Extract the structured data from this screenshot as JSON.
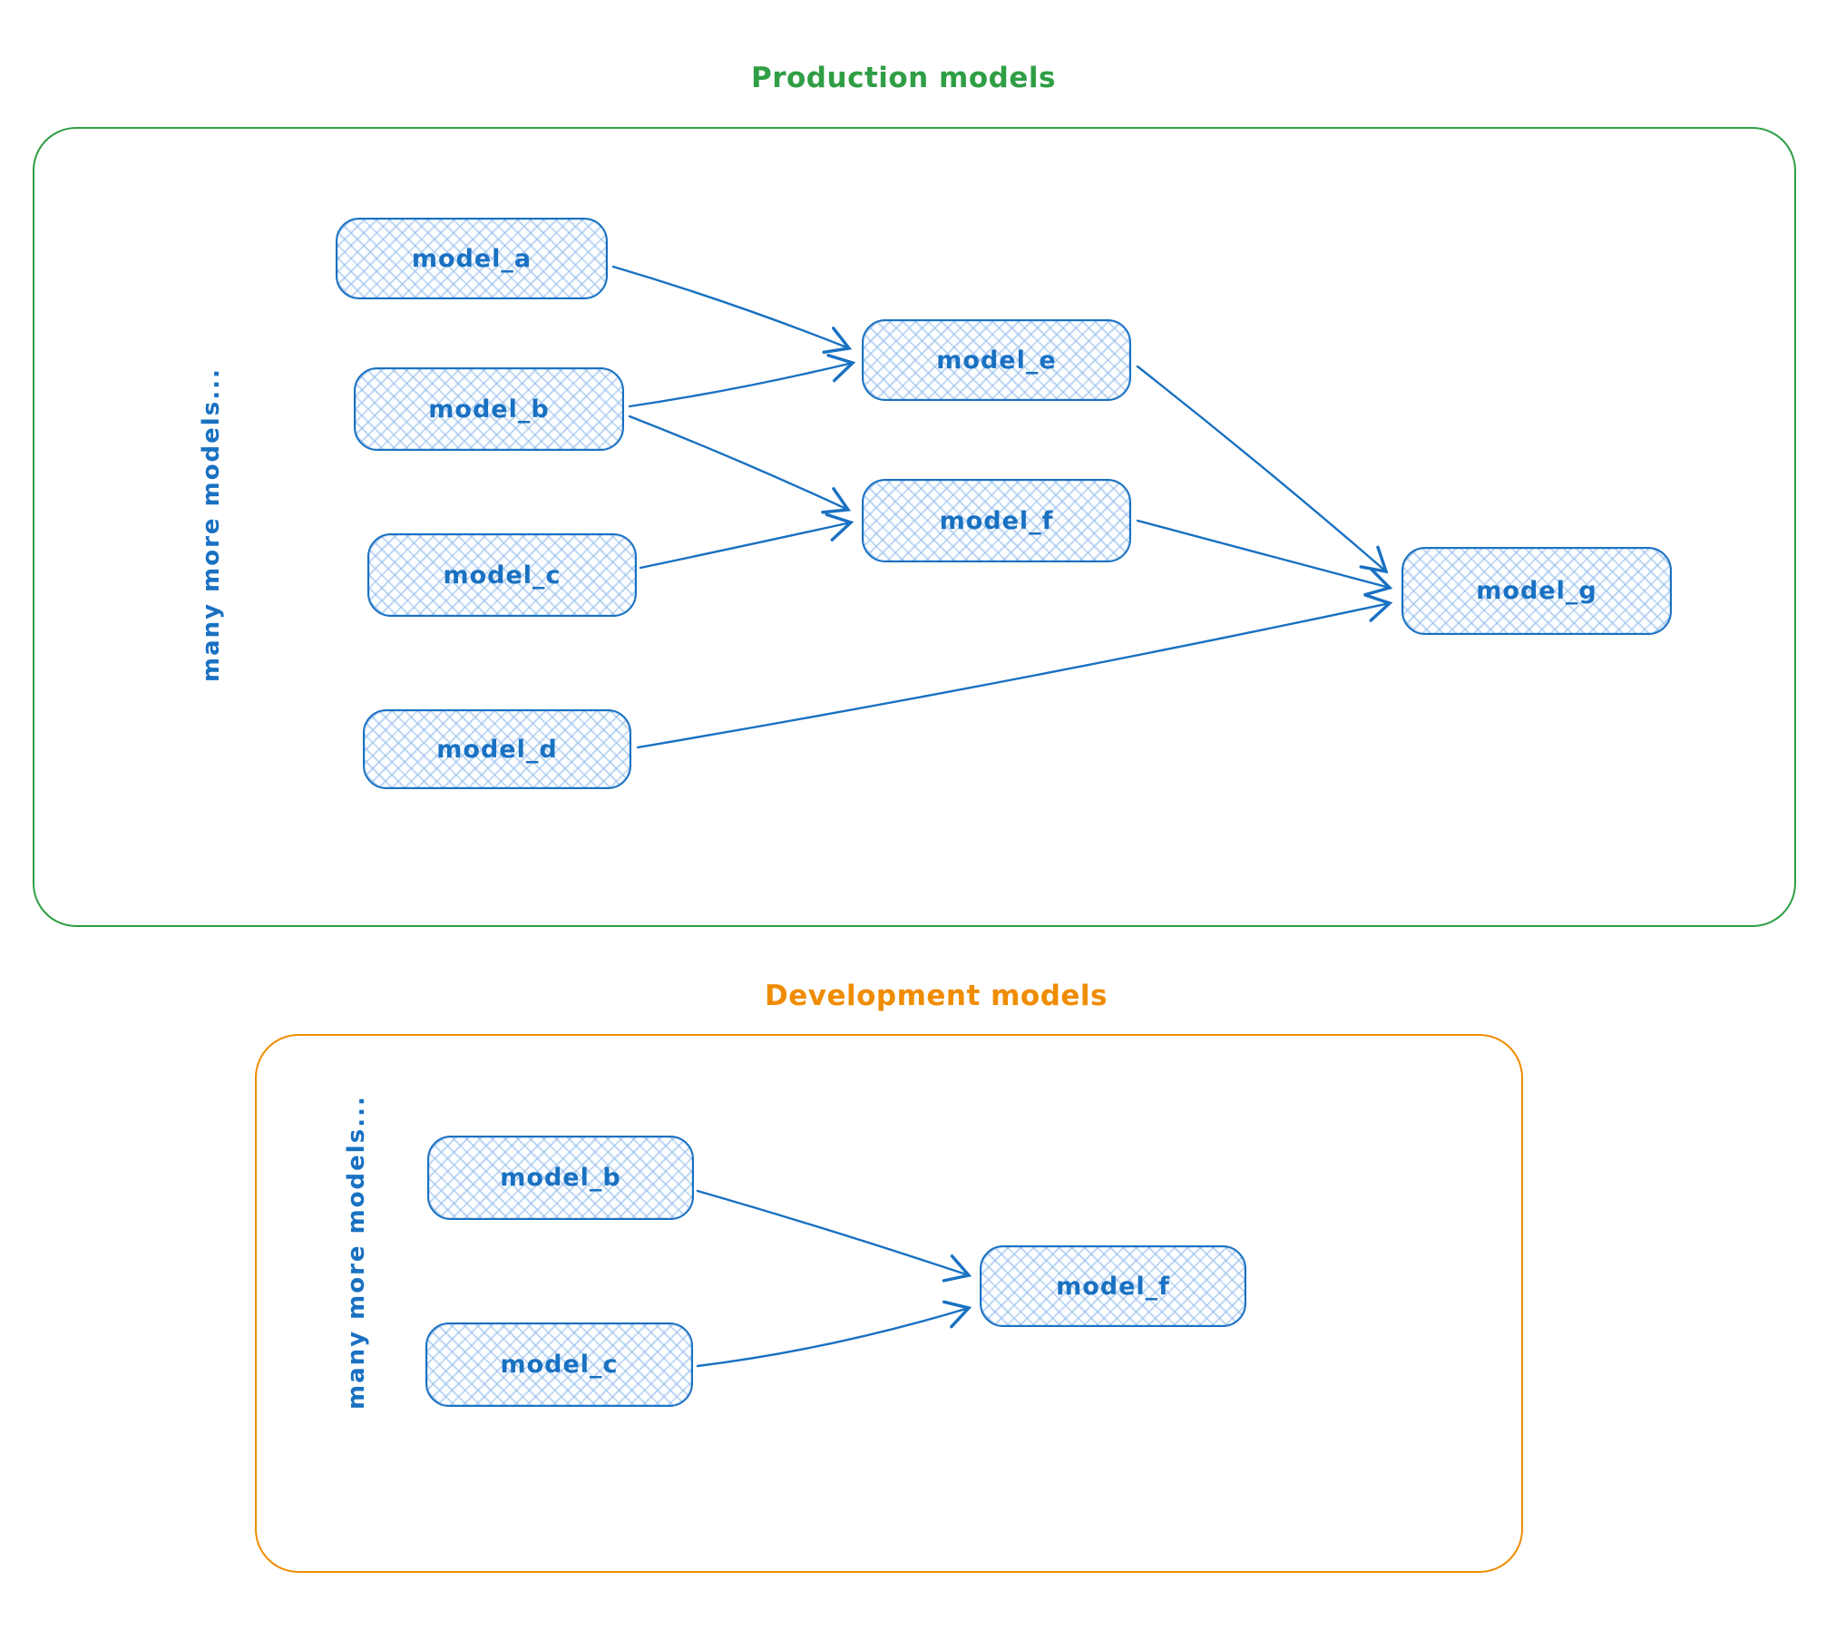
{
  "colors": {
    "node_stroke": "#1971c2",
    "node_hatch": "#90baec",
    "production_border": "#2f9e44",
    "development_border": "#f08c00"
  },
  "production": {
    "title": "Production models",
    "side_label": "many more models...",
    "nodes": [
      {
        "label": "model_a"
      },
      {
        "label": "model_b"
      },
      {
        "label": "model_c"
      },
      {
        "label": "model_d"
      },
      {
        "label": "model_e"
      },
      {
        "label": "model_f"
      },
      {
        "label": "model_g"
      }
    ],
    "edges": [
      {
        "from": "model_a",
        "to": "model_e"
      },
      {
        "from": "model_b",
        "to": "model_e"
      },
      {
        "from": "model_b",
        "to": "model_f"
      },
      {
        "from": "model_c",
        "to": "model_f"
      },
      {
        "from": "model_e",
        "to": "model_g"
      },
      {
        "from": "model_f",
        "to": "model_g"
      },
      {
        "from": "model_d",
        "to": "model_g"
      }
    ]
  },
  "development": {
    "title": "Development models",
    "side_label": "many more models...",
    "nodes": [
      {
        "label": "model_b"
      },
      {
        "label": "model_c"
      },
      {
        "label": "model_f"
      }
    ],
    "edges": [
      {
        "from": "model_b",
        "to": "model_f"
      },
      {
        "from": "model_c",
        "to": "model_f"
      }
    ]
  }
}
